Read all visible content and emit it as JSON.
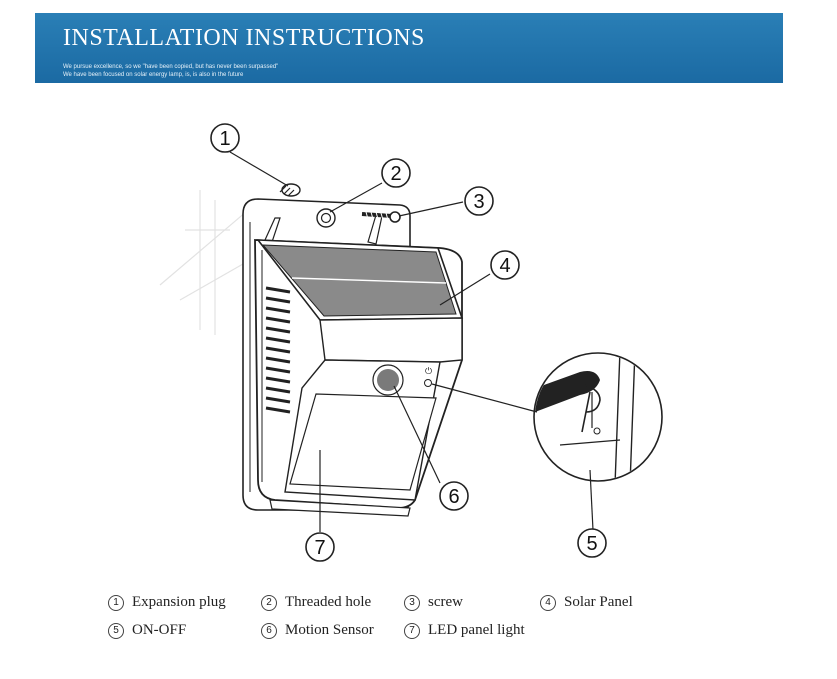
{
  "banner": {
    "title": "INSTALLATION INSTRUCTIONS",
    "line1": "We pursue excellence, so we \"have been copied, but has never been surpassed\"",
    "line2": "We have been focused on solar energy lamp, is, is also in the future"
  },
  "callouts": [
    "1",
    "2",
    "3",
    "4",
    "5",
    "6",
    "7"
  ],
  "legend": [
    {
      "num": "1",
      "label": "Expansion plug"
    },
    {
      "num": "2",
      "label": "Threaded hole"
    },
    {
      "num": "3",
      "label": "screw"
    },
    {
      "num": "4",
      "label": "Solar Panel"
    },
    {
      "num": "5",
      "label": "ON-OFF"
    },
    {
      "num": "6",
      "label": "Motion Sensor"
    },
    {
      "num": "7",
      "label": "LED panel light"
    }
  ],
  "colors": {
    "banner": "#1e6fa8",
    "line": "#222222"
  }
}
